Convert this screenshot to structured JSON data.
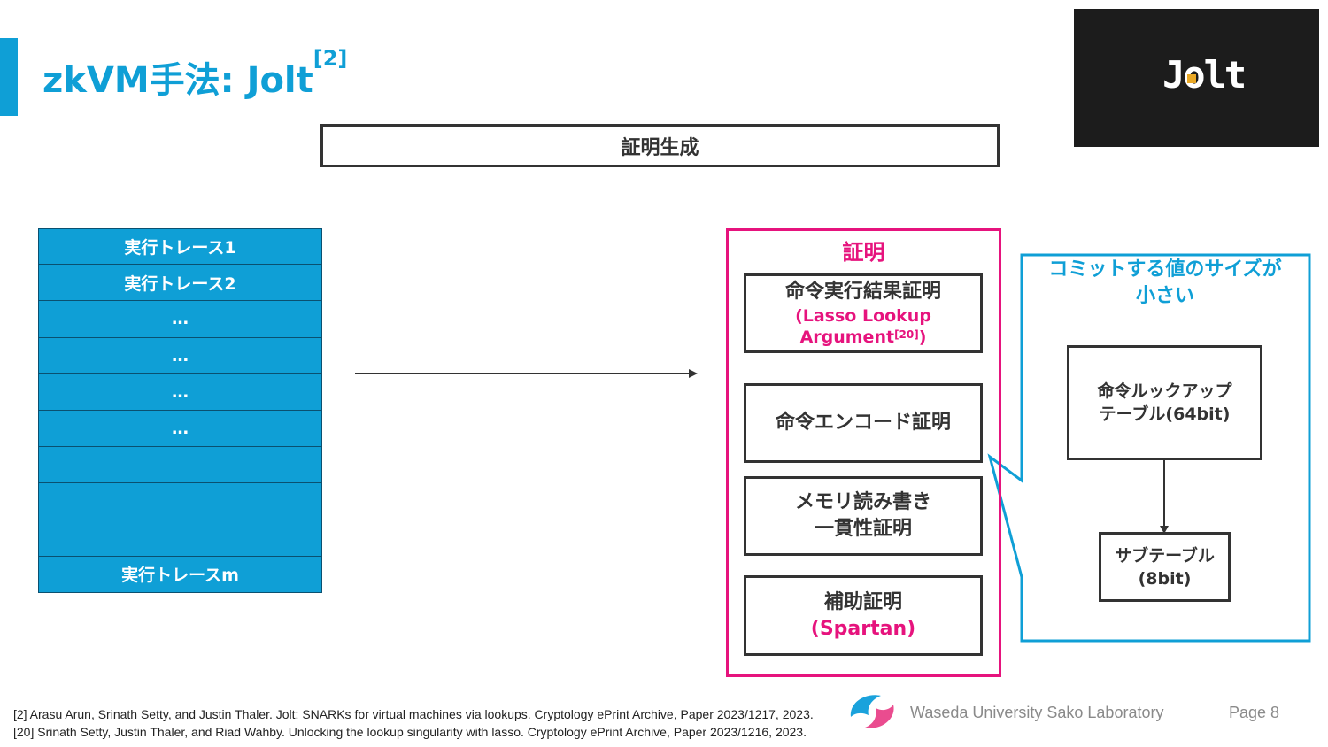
{
  "slide": {
    "title": "zkVM手法: Jolt",
    "title_ref": "[2]",
    "logo_text": "Jolt"
  },
  "diagram": {
    "proof_generation": "証明生成",
    "traces": [
      "実行トレース1",
      "実行トレース2",
      "…",
      "…",
      "…",
      "…",
      "",
      "",
      "",
      "実行トレースm"
    ],
    "proof": {
      "label": "証明",
      "boxes": {
        "instruction_result": {
          "main": "命令実行結果証明",
          "sub1": "(Lasso Lookup",
          "sub2": "Argument",
          "ref": "[20]",
          "close": ")"
        },
        "instruction_encode": {
          "main": "命令エンコード証明"
        },
        "memory": {
          "line1": "メモリ読み書き",
          "line2": "一貫性証明"
        },
        "auxiliary": {
          "main": "補助証明",
          "sub": "(Spartan)"
        }
      }
    },
    "callout": {
      "title_line1": "コミットする値のサイズが",
      "title_line2": "小さい",
      "lookup_table": {
        "line1": "命令ルックアップ",
        "line2": "テーブル(64bit)"
      },
      "subtable": {
        "line1": "サブテーブル",
        "line2": "(8bit)"
      }
    }
  },
  "footnotes": [
    "[2] Arasu Arun, Srinath Setty, and Justin Thaler. Jolt: SNARKs for virtual machines via lookups. Cryptology ePrint Archive, Paper 2023/1217, 2023.",
    "[20] Srinath Setty, Justin Thaler, and Riad Wahby. Unlocking the lookup singularity with lasso. Cryptology ePrint Archive, Paper 2023/1216, 2023."
  ],
  "footer": {
    "lab": "Waseda University Sako Laboratory",
    "page": "Page 8"
  },
  "colors": {
    "accent_blue": "#0f9fd6",
    "accent_pink": "#e6137d",
    "logo_background": "#1c1c1c"
  }
}
